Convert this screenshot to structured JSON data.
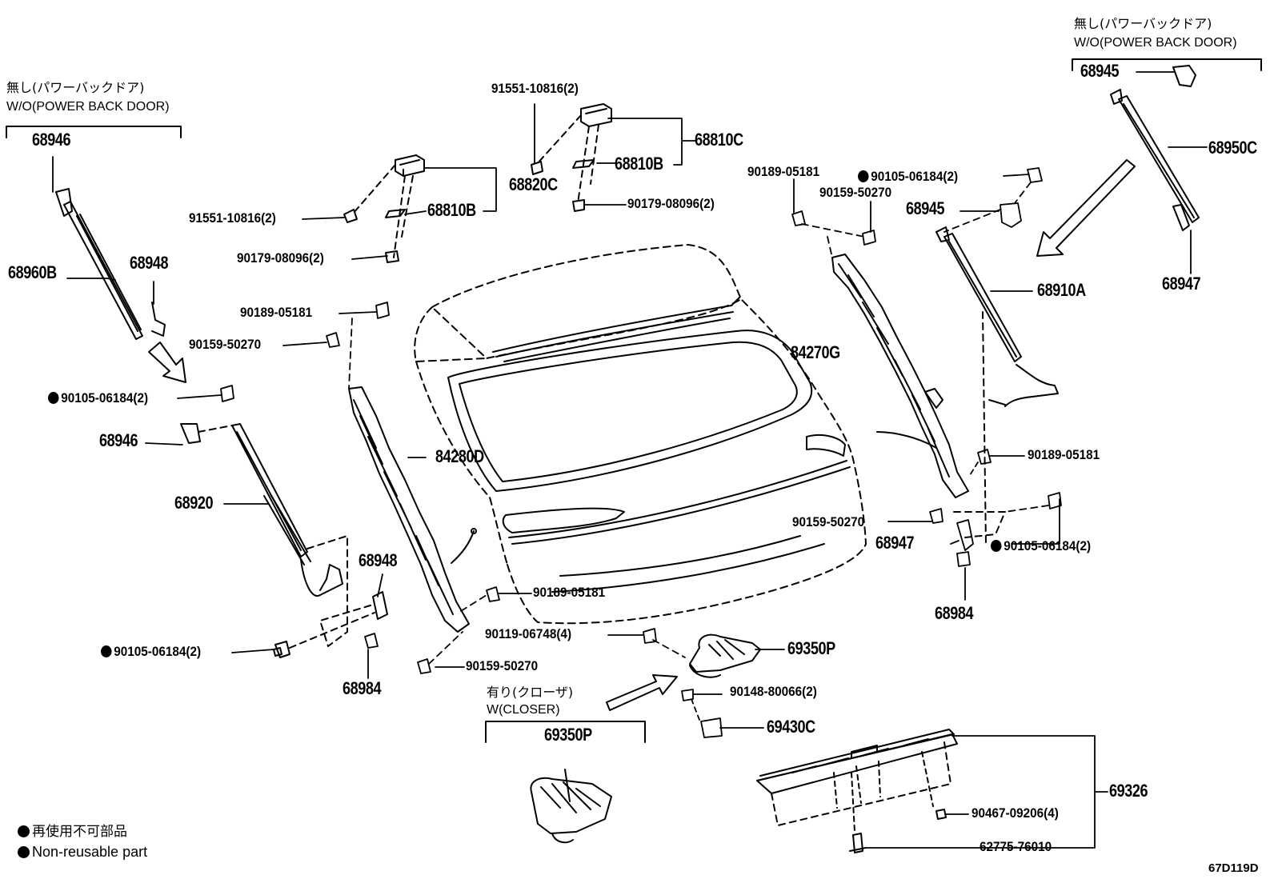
{
  "notes": {
    "wo_power_back_door_jp": "無し(パワーバックドア)",
    "wo_power_back_door_en": "W/O(POWER BACK DOOR)",
    "with_closer_jp": "有り(クローザ)",
    "with_closer_en": "W(CLOSER)"
  },
  "legend": {
    "non_reusable_jp": "再使用不可部品",
    "non_reusable_en": "Non-reusable part"
  },
  "diagram_code": "67D119D",
  "parts": {
    "p68946_top": "68946",
    "p68960B": "68960B",
    "p68948_top": "68948",
    "p90105_left": "90105-06184(2)",
    "p68946_mid": "68946",
    "p68920": "68920",
    "p68948_low": "68948",
    "p90105_low": "90105-06184(2)",
    "p68984_left": "68984",
    "p91551_left": "91551-10816(2)",
    "p90179_left": "90179-08096(2)",
    "p68810B_left": "68810B",
    "p68820C": "68820C",
    "p91551_top": "91551-10816(2)",
    "p68810B_top": "68810B",
    "p68810C": "68810C",
    "p90179_top": "90179-08096(2)",
    "p90189_left": "90189-05181",
    "p90159_left": "90159-50270",
    "p84280D": "84280D",
    "p90189_mid": "90189-05181",
    "p90159_mid": "90159-50270",
    "p90119": "90119-06748(4)",
    "p69350P": "69350P",
    "p90148": "90148-80066(2)",
    "p69430C": "69430C",
    "p69350P_closer": "69350P",
    "p90189_topright": "90189-05181",
    "p90159_topright": "90159-50270",
    "p90105_topright": "90105-06184(2)",
    "p68945_mid": "68945",
    "p84270G": "84270G",
    "p90189_right": "90189-05181",
    "p90159_right": "90159-50270",
    "p68947_low": "68947",
    "p90105_right": "90105-06184(2)",
    "p68984_right": "68984",
    "p68910A": "68910A",
    "p68945_top": "68945",
    "p68950C": "68950C",
    "p68947_top": "68947",
    "p69326": "69326",
    "p90467": "90467-09206(4)",
    "p62775": "62775-76010"
  }
}
